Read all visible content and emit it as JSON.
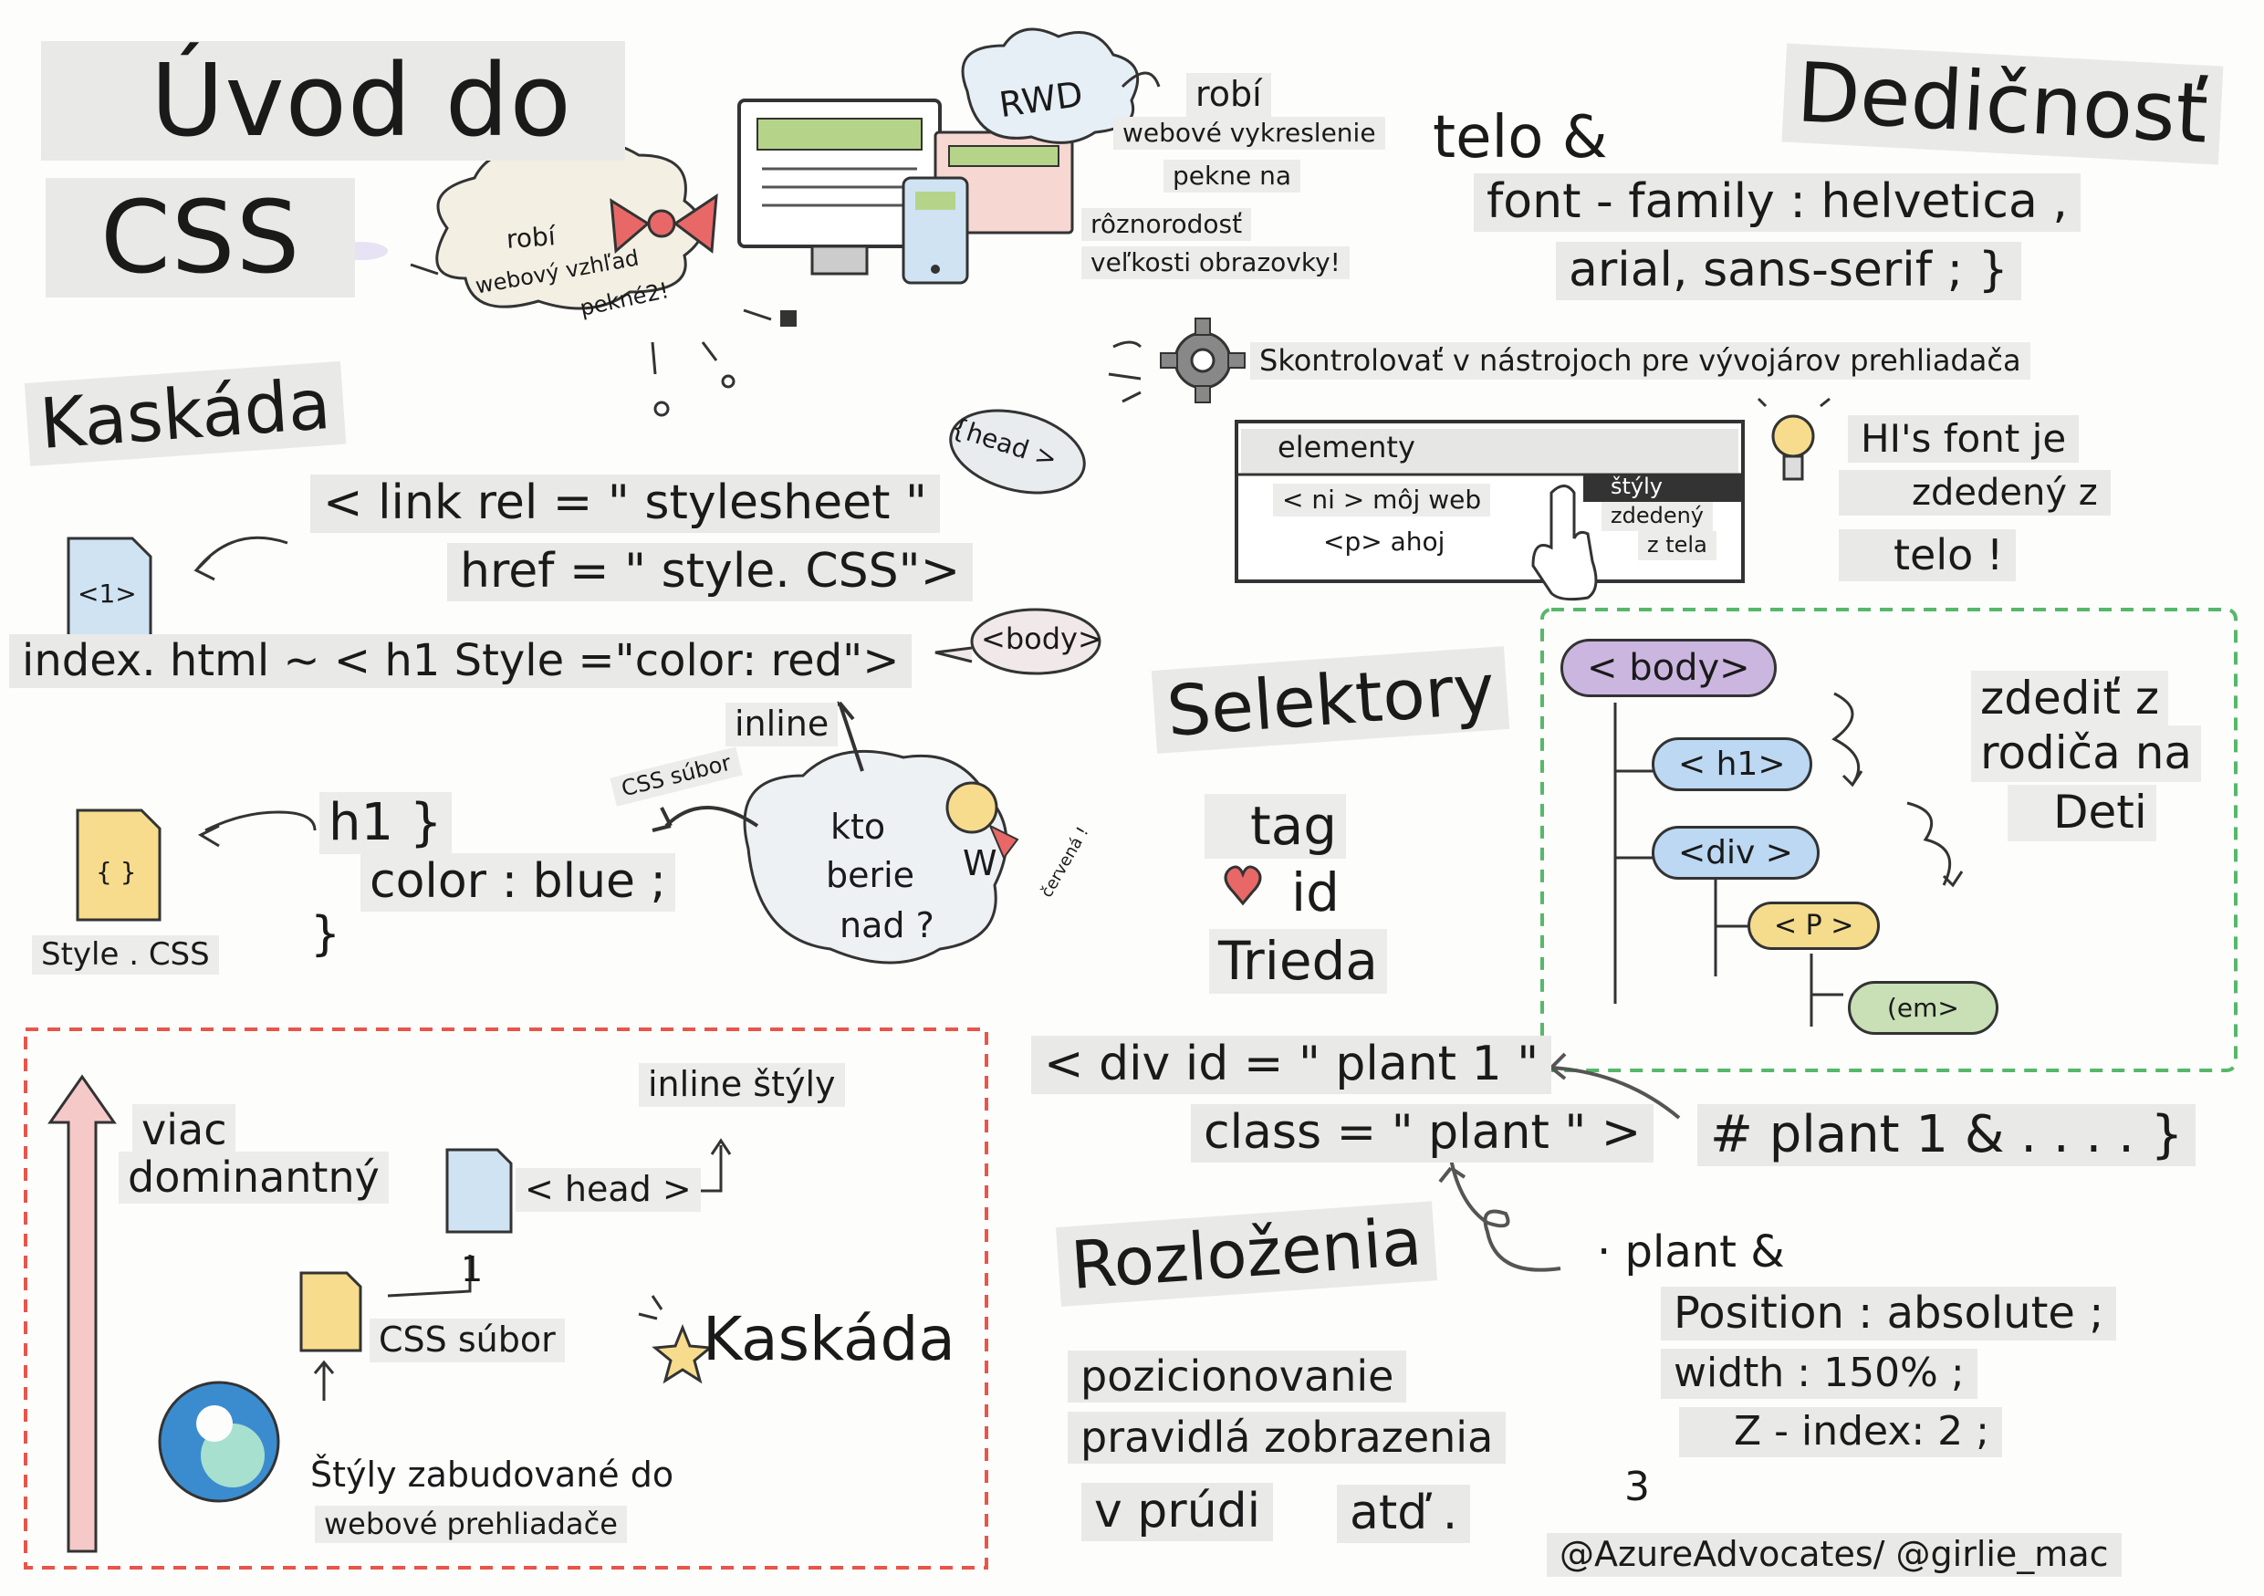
{
  "title": {
    "line1": "Úvod do",
    "line2": "CSS"
  },
  "rwd": {
    "bubble": "RWD",
    "caption": [
      "robí",
      "webové vykreslenie",
      "pekne na",
      "rôznorodosť",
      "veľkosti obrazovky!"
    ]
  },
  "cloud_left": {
    "lines": [
      "robí",
      "webový vzhľad",
      "pekné2!"
    ]
  },
  "inheritance": {
    "title": "Dedičnosť",
    "code": [
      "telo &",
      "font - family : helvetica ,",
      "arial, sans-serif ; }"
    ],
    "devtools_hint": "Skontrolovať v nástrojoch pre vývojárov prehliadača",
    "devtools": {
      "tab": "elementy",
      "styles_tab": "štýly",
      "row1": "< ni > môj web",
      "row2": "<p> ahoj",
      "note_lines": [
        "zdedený",
        "z tela"
      ]
    },
    "tip": [
      "HI's font je",
      "zdedený z",
      "telo !"
    ]
  },
  "cascade": {
    "title": "Kaskáda",
    "link_code": [
      "< link rel = \" stylesheet \"",
      "href = \" style. CSS\">"
    ],
    "head_bubble": "{head >",
    "file_h1": "<1>",
    "inline_code": "index. html ~ < h1 Style =\"color: red\">",
    "body_bubble": "<body>",
    "inline_label": "inline",
    "css_file_label": "CSS súbor",
    "who_wins": [
      "kto",
      "berie",
      "nad ?"
    ],
    "winner_mark": "W",
    "winner_note": "červená !",
    "css_code": [
      "h1 }",
      "color : blue ;",
      "}"
    ],
    "style_file": "Style . CSS",
    "file_braces": "{ }"
  },
  "dominance": {
    "more_dominant": [
      "viac",
      "dominantný"
    ],
    "inline_styles": "inline štýly",
    "head": "< head >",
    "num1": "1",
    "css_file": "CSS súbor",
    "cascade_word": "Kaskáda",
    "browser_styles": [
      "Štýly zabudované do",
      "webové prehliadače"
    ]
  },
  "selectors": {
    "title": "Selektory",
    "items": [
      "tag",
      "id",
      "Trieda"
    ],
    "div_code": [
      "< div id = \" plant 1 \"",
      "class = \" plant \" >"
    ],
    "id_rule": "# plant 1 & . . . . }",
    "class_rule": [
      "· plant &",
      "Position : absolute ;",
      "width : 150% ;",
      "Z - index: 2 ;"
    ],
    "num3": "3"
  },
  "tree": {
    "nodes": [
      "< body>",
      "< h1>",
      "<div >",
      "< P >",
      "(em>"
    ],
    "caption": [
      "zdediť z",
      "rodiča na",
      "Deti"
    ],
    "colors": {
      "body": "#cbb6e0",
      "h1": "#bcd8f2",
      "div": "#bcd8f2",
      "p": "#f4dc8c",
      "em": "#c9dfb6",
      "frame": "#55b86a"
    }
  },
  "layout": {
    "title": "Rozloženia",
    "items": [
      "pozicionovanie",
      "pravidlá zobrazenia",
      "v prúdi",
      "atď ."
    ]
  },
  "credit": "@AzureAdvocates/ @girlie_mac",
  "colors": {
    "red_frame": "#e8554a",
    "arrow_fill": "#f6c9c9",
    "file_blue": "#cfe3f3",
    "file_yellow": "#f6dc8c",
    "tree_frame": "#55b86a"
  }
}
